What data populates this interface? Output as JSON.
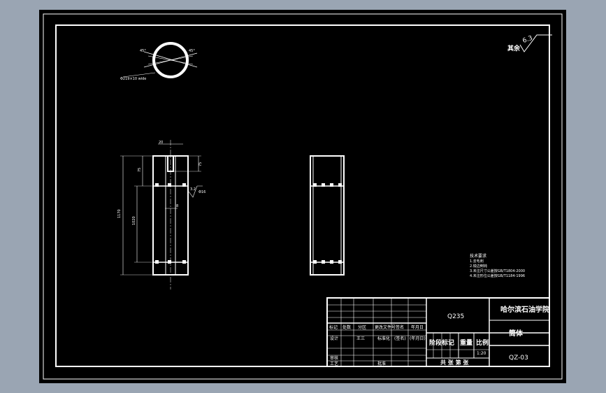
{
  "drawing": {
    "roughness_mark": "6.3",
    "roughness_other": "其余",
    "section_note": "Φ219×10 wide",
    "dims": {
      "total_length": "1170",
      "inner_length": "1020",
      "top_offset": "75",
      "top_gap": "75",
      "slot_width": "20",
      "hole_spacing": "8",
      "surface_note": "3.2",
      "weld_note": "Φ16",
      "angle_a": "45°",
      "angle_b": "45°"
    },
    "notes": [
      "技术要求",
      "1.去毛刺",
      "2.锐边倒钝",
      "3.未注尺寸公差按GB/T1804-2000",
      "4.未注形位公差按GB/T1184-1996"
    ]
  },
  "title_block": {
    "material": "Q235",
    "school": "哈尔滨石油学院",
    "part_name": "筒体",
    "drawing_no": "QZ-03",
    "scale": "1:20",
    "rev_headers": [
      "标记",
      "处数",
      "分区",
      "更改文件号",
      "签名",
      "年月日"
    ],
    "design_label": "设计",
    "designer": "王三",
    "standardize_label": "标准化",
    "sign_label": "(签名)",
    "date_label": "(年月日)",
    "stage_mark_label": "阶段标记",
    "weight_label": "重量",
    "scale_label": "比例",
    "review_label": "审核",
    "process_label": "工艺",
    "approve_label": "批准",
    "sheets_label": "共 张  第 张"
  }
}
